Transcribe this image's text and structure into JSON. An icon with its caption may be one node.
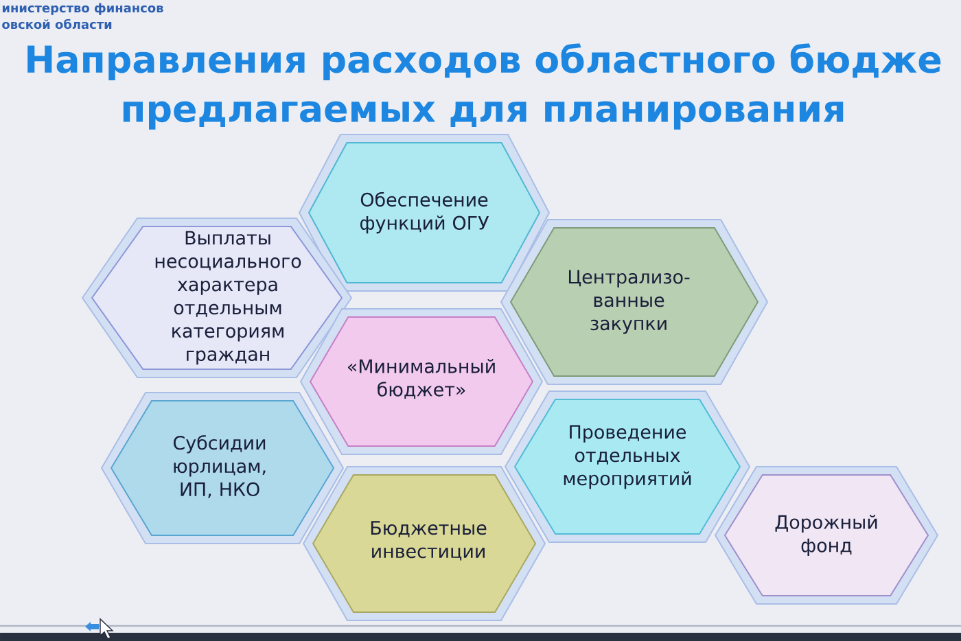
{
  "diagram": {
    "title": "Направления расходов областного бюдже предлагаемых для планирования",
    "nodes": [
      {
        "text": [
          "Обеспечение функций ОГУ"
        ]
      },
      {
        "text": [
          "Выплаты несоциального характера отдельным категориям граждан"
        ]
      },
      {
        "text": [
          "Централизо- ванные закупки"
        ]
      },
      {
        "text": [
          "«Минимальный бюджет»"
        ]
      },
      {
        "text": [
          "Субсидии юрлицам, ИП, НКО"
        ]
      },
      {
        "text": [
          "Проведение отдельных мероприятий"
        ]
      },
      {
        "text": [
          "Бюджетные инвестиции"
        ]
      },
      {
        "text": [
          "Дорожный фонд"
        ]
      }
    ],
    "labels": [
      "инистерство финансов овской области"
    ]
  }
}
